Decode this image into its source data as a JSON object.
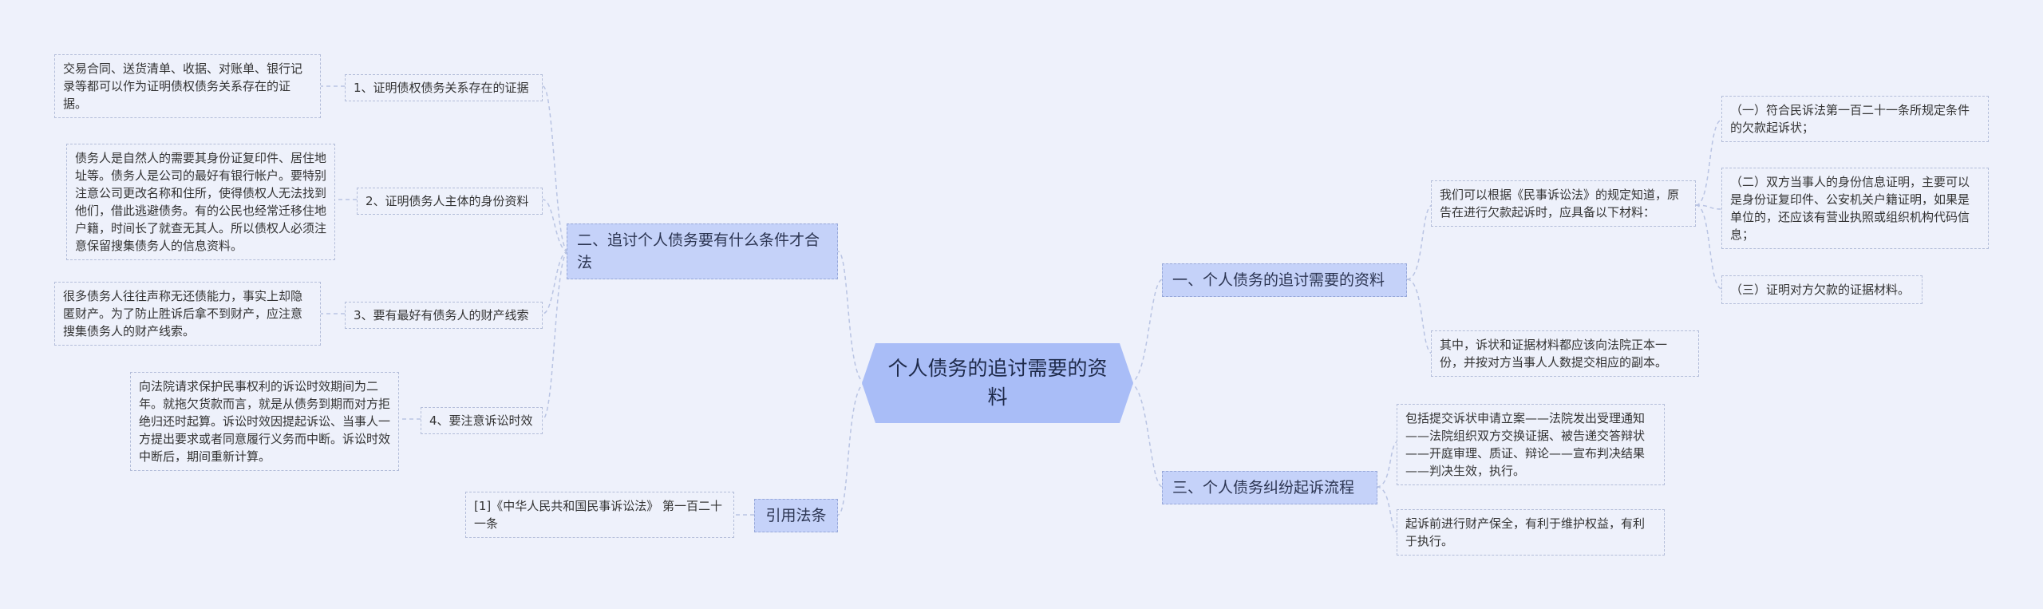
{
  "root": {
    "label": "个人债务的追讨需要的资料"
  },
  "left": {
    "branch2": {
      "label": "二、追讨个人债务要有什么条件才合法",
      "items": [
        {
          "label": "1、证明债权债务关系存在的证据",
          "detail": "交易合同、送货清单、收据、对账单、银行记录等都可以作为证明债权债务关系存在的证据。"
        },
        {
          "label": "2、证明债务人主体的身份资料",
          "detail": "债务人是自然人的需要其身份证复印件、居住地址等。债务人是公司的最好有银行帐户。要特别注意公司更改名称和住所，使得债权人无法找到他们，借此逃避债务。有的公民也经常迁移住地户籍，时间长了就查无其人。所以债权人必须注意保留搜集债务人的信息资料。"
        },
        {
          "label": "3、要有最好有债务人的财产线索",
          "detail": "很多债务人往往声称无还债能力，事实上却隐匿财产。为了防止胜诉后拿不到财产，应注意搜集债务人的财产线索。"
        },
        {
          "label": "4、要注意诉讼时效",
          "detail": "向法院请求保护民事权利的诉讼时效期间为二年。就拖欠货款而言，就是从债务到期而对方拒绝归还时起算。诉讼时效因提起诉讼、当事人一方提出要求或者同意履行义务而中断。诉讼时效中断后，期间重新计算。"
        }
      ]
    },
    "law": {
      "label": "引用法条",
      "detail": "[1]《中华人民共和国民事诉讼法》 第一百二十一条"
    }
  },
  "right": {
    "branch1": {
      "label": "一、个人债务的追讨需要的资料",
      "intro": "我们可以根据《民事诉讼法》的规定知道，原告在进行欠款起诉时，应具备以下材料：",
      "sub": [
        "（一）符合民诉法第一百二十一条所规定条件的欠款起诉状；",
        "（二）双方当事人的身份信息证明，主要可以是身份证复印件、公安机关户籍证明，如果是单位的，还应该有营业执照或组织机构代码信息；",
        "（三）证明对方欠款的证据材料。"
      ],
      "note": "其中，诉状和证据材料都应该向法院正本一份，并按对方当事人人数提交相应的副本。"
    },
    "branch3": {
      "label": "三、个人债务纠纷起诉流程",
      "items": [
        "包括提交诉状申请立案——法院发出受理通知——法院组织双方交换证据、被告递交答辩状——开庭审理、质证、辩论——宣布判决结果——判决生效，执行。",
        "起诉前进行财产保全，有利于维护权益，有利于执行。"
      ]
    }
  }
}
